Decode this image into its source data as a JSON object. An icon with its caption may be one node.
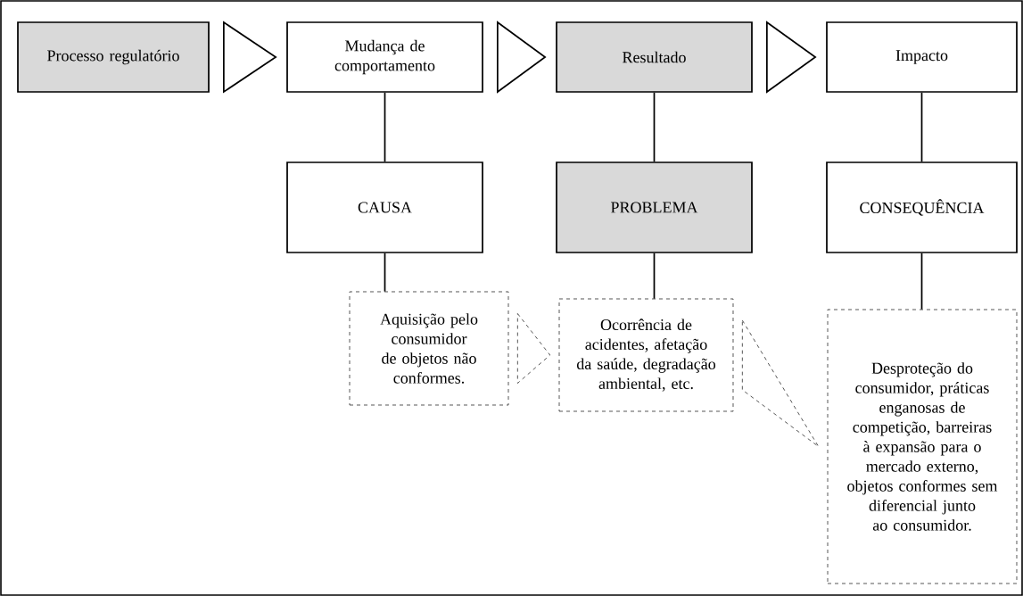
{
  "diagram": {
    "nodes": [
      {
        "text": [
          "Processo regulatório"
        ]
      },
      {
        "text": [
          "Mudança de comportamento"
        ]
      },
      {
        "text": [
          "Resultado"
        ]
      },
      {
        "text": [
          "Impacto"
        ]
      },
      {
        "text": [
          "CAUSA"
        ]
      },
      {
        "text": [
          "PROBLEMA"
        ]
      },
      {
        "text": [
          "CONSEQUÊNCIA"
        ]
      },
      {
        "text": [
          "Aquisição pelo consumidor de objetos não conformes."
        ]
      },
      {
        "text": [
          "Ocorrência de acidentes, afetação da saúde, degradação ambiental, etc."
        ]
      },
      {
        "text": [
          "Desproteção do consumidor, práticas enganosas de competição, barreiras à expansão para o mercado externo, objetos conformes sem diferencial junto ao consumidor."
        ]
      }
    ],
    "edges": [
      {
        "from": 0,
        "to": 1,
        "arrow": "to"
      },
      {
        "from": 1,
        "to": 2,
        "arrow": "to"
      },
      {
        "from": 2,
        "to": 3,
        "arrow": "to"
      },
      {
        "from": 1,
        "to": 4,
        "arrow": "none"
      },
      {
        "from": 2,
        "to": 5,
        "arrow": "none"
      },
      {
        "from": 3,
        "to": 6,
        "arrow": "none"
      },
      {
        "from": 4,
        "to": 7,
        "arrow": "none"
      },
      {
        "from": 5,
        "to": 8,
        "arrow": "none"
      },
      {
        "from": 6,
        "to": 9,
        "arrow": "none"
      },
      {
        "from": 7,
        "to": 8,
        "arrow": "to",
        "style": "dashed"
      },
      {
        "from": 8,
        "to": 9,
        "arrow": "to",
        "style": "dashed"
      }
    ]
  }
}
